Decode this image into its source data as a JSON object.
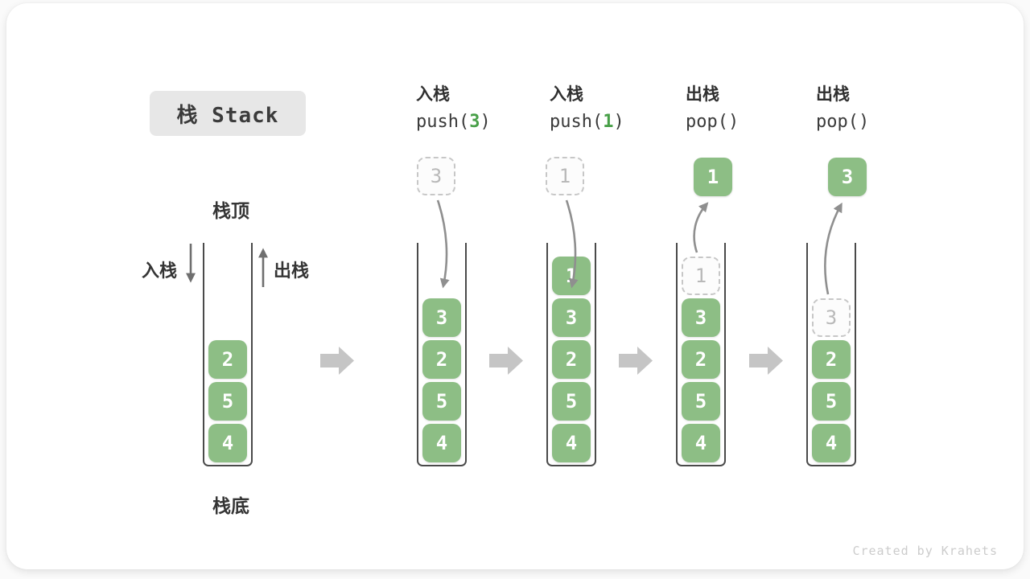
{
  "title": {
    "text": "栈 Stack"
  },
  "legend": {
    "stack_top": "栈顶",
    "stack_bottom": "栈底",
    "push_label": "入栈",
    "pop_label": "出栈"
  },
  "operations": [
    {
      "name": "入栈",
      "code_before": "push(",
      "code_arg": "3",
      "code_after": ")"
    },
    {
      "name": "入栈",
      "code_before": "push(",
      "code_arg": "1",
      "code_after": ")"
    },
    {
      "name": "出栈",
      "code_before": "pop()",
      "code_arg": "",
      "code_after": ""
    },
    {
      "name": "出栈",
      "code_before": "pop()",
      "code_arg": "",
      "code_after": ""
    }
  ],
  "floating_boxes": [
    {
      "value": "3",
      "style": "ghost"
    },
    {
      "value": "1",
      "style": "ghost"
    },
    {
      "value": "1",
      "style": "solid"
    },
    {
      "value": "3",
      "style": "solid"
    }
  ],
  "stacks": [
    {
      "cells": [
        {
          "value": "2"
        },
        {
          "value": "5"
        },
        {
          "value": "4"
        }
      ]
    },
    {
      "cells": [
        {
          "value": "3"
        },
        {
          "value": "2"
        },
        {
          "value": "5"
        },
        {
          "value": "4"
        }
      ]
    },
    {
      "cells": [
        {
          "value": "1"
        },
        {
          "value": "3"
        },
        {
          "value": "2"
        },
        {
          "value": "5"
        },
        {
          "value": "4"
        }
      ]
    },
    {
      "cells": [
        {
          "value": "1",
          "ghost": true
        },
        {
          "value": "3"
        },
        {
          "value": "2"
        },
        {
          "value": "5"
        },
        {
          "value": "4"
        }
      ]
    },
    {
      "cells": [
        {
          "value": "3",
          "ghost": true
        },
        {
          "value": "2"
        },
        {
          "value": "5"
        },
        {
          "value": "4"
        }
      ]
    }
  ],
  "watermark": "Created by Krahets",
  "colors": {
    "cell_green": "#8DBE85",
    "code_arg_green": "#479F47",
    "arrow_gray": "#8f8f8f",
    "arrow_dark": "#6f6f6f",
    "block_arrow_gray": "#c5c5c5",
    "title_box_bg": "#e7e7e7"
  }
}
